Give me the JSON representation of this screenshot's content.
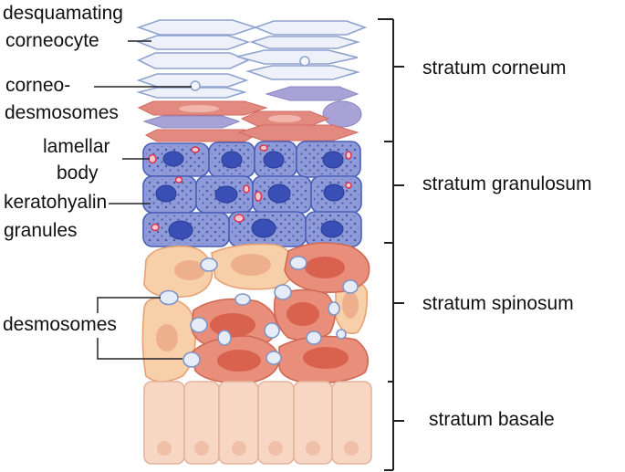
{
  "left_labels": {
    "desquamating_line1": "desquamating",
    "desquamating_line2": "corneocyte",
    "corneo_line1": "corneo-",
    "corneo_line2": "desmosomes",
    "lamellar_line1": "lamellar",
    "lamellar_line2": "body",
    "kerato_line1": "keratohyalin",
    "kerato_line2": "granules",
    "desmosomes": "desmosomes"
  },
  "layers": [
    {
      "label": "stratum corneum"
    },
    {
      "label": "stratum granulosum"
    },
    {
      "label": "stratum spinosum"
    },
    {
      "label": "stratum basale"
    }
  ],
  "colors": {
    "corneocyte_fill": "#eef1fa",
    "corneocyte_stroke": "#8fa3cf",
    "lipid_fill": "#a9a2d6",
    "flattened_red": "#e38a80",
    "granular_cell": "#8e9bd8",
    "granular_nucleus": "#3a4fb5",
    "spinous_peach": "#f7cfa8",
    "spinous_red": "#e88e7a",
    "basal_cell": "#f8d6c4",
    "desmosome": "#e6ecf8",
    "bracket": "#222222"
  }
}
